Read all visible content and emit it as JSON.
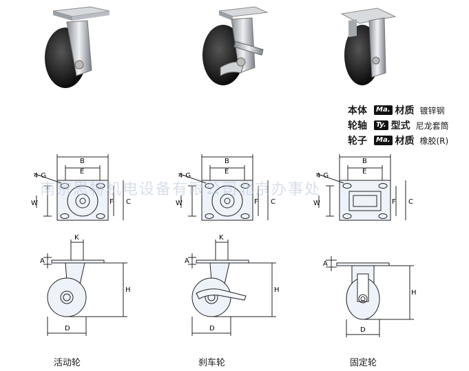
{
  "products": [
    {
      "id": "swivel",
      "caption": "活动轮"
    },
    {
      "id": "brake",
      "caption": "刹车轮"
    },
    {
      "id": "fixed",
      "caption": "固定轮"
    }
  ],
  "specs": [
    {
      "part": "本体",
      "badge": "Ma.",
      "attr": "材质",
      "value": "镀锌钢"
    },
    {
      "part": "轮轴",
      "badge": "Ty.",
      "attr": "型式",
      "value": "尼龙套筒"
    },
    {
      "part": "轮子",
      "badge": "Ma.",
      "attr": "材质",
      "value": "橡胶(R)"
    }
  ],
  "dims": {
    "B": "B",
    "E": "E",
    "G": "4-G",
    "W": "W",
    "F": "F",
    "C": "C",
    "K": "K",
    "A": "A",
    "H": "H",
    "D": "D"
  },
  "watermark": "南京思特机电设备有限公司北京办事处"
}
